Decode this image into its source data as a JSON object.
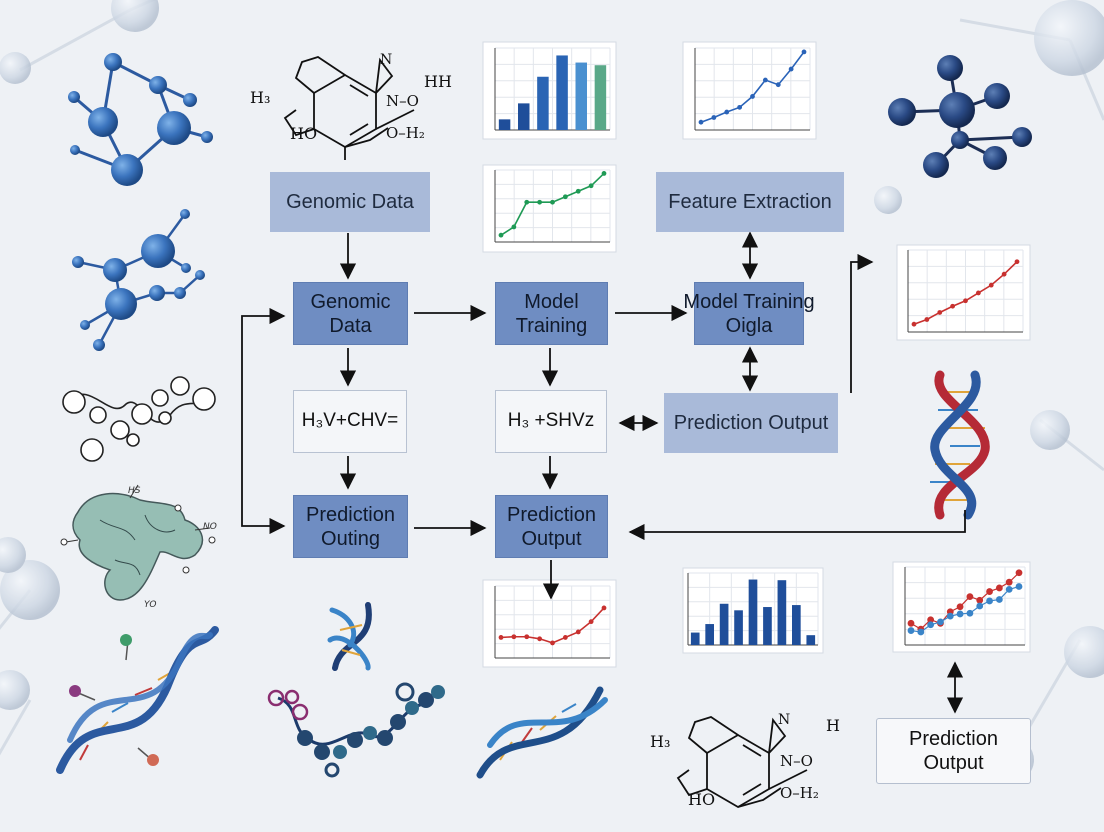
{
  "boxes": {
    "genomic_top": "Genomic Data",
    "feature_extraction": "Feature Extraction",
    "genomic_mid_1": "Genomic",
    "genomic_mid_2": "Data",
    "model_training_1": "Model",
    "model_training_2": "Training",
    "model_training_right_1": "Model Training",
    "model_training_right_2": "Oigla",
    "formula_left": "H₃V+CHV=",
    "formula_mid": "H₃ +SHVz",
    "prediction_output_right": "Prediction Output",
    "prediction_outing_1": "Prediction",
    "prediction_outing_2": "Outing",
    "prediction_output_mid_1": "Prediction",
    "prediction_output_mid_2": "Output",
    "prediction_output_br_1": "Prediction",
    "prediction_output_br_2": "Output"
  },
  "molecule_labels": {
    "top_h3": "H₃",
    "top_hh": "HH",
    "top_ho": "HO",
    "top_n": "N",
    "top_no": "N–O",
    "top_oh2": "O–H₂",
    "bot_h3": "H₃",
    "bot_hh": "H",
    "bot_ho": "HO",
    "bot_n": "N",
    "bot_no": "N–O",
    "bot_oh2": "O–H₂",
    "protein_hs": "HS",
    "protein_no": "NO",
    "protein_yo": "YO"
  },
  "colors": {
    "node_light": "#a9bad9",
    "node_dark": "#6f8dc2",
    "bar_dark": "#1f4e9a",
    "bar_light": "#4a90d0",
    "bar_green": "#5aa888",
    "line_blue": "#2a63b8",
    "line_green": "#1f9a55",
    "line_red": "#c8312f",
    "dna_red": "#b52a36",
    "dna_blue": "#2c5aa0"
  },
  "chart_data": [
    {
      "type": "bar",
      "position": "top-center",
      "values": [
        1.2,
        3,
        6,
        8.4,
        7.6,
        7.3
      ],
      "grid": true
    },
    {
      "type": "line",
      "position": "top-center-right",
      "x": [
        1,
        2,
        3,
        4,
        5,
        6,
        7,
        8,
        9
      ],
      "y": [
        1,
        1.6,
        2.3,
        2.9,
        4.3,
        6.4,
        5.8,
        7.8,
        10
      ],
      "grid": true
    },
    {
      "type": "line",
      "position": "center-left-upper",
      "x": [
        1,
        2,
        3,
        4,
        5,
        6,
        7,
        8,
        9
      ],
      "y": [
        1,
        2.2,
        5.8,
        5.8,
        5.8,
        6.6,
        7.4,
        8.2,
        10
      ],
      "grid": true
    },
    {
      "type": "line",
      "position": "right-middle",
      "x": [
        1,
        2,
        3,
        4,
        5,
        6,
        7,
        8,
        9
      ],
      "y": [
        1,
        1.6,
        2.5,
        3.3,
        4,
        5,
        6,
        7.4,
        9
      ],
      "grid": true
    },
    {
      "type": "line",
      "position": "bottom-center-left",
      "x": [
        1,
        2,
        3,
        4,
        5,
        6,
        7,
        8,
        9
      ],
      "y": [
        3,
        3.1,
        3.1,
        2.8,
        2.2,
        3,
        3.8,
        5.3,
        7.3
      ],
      "grid": true
    },
    {
      "type": "bar",
      "position": "bottom-center",
      "values": [
        1.9,
        3.2,
        6.3,
        5.3,
        10,
        5.8,
        9.9,
        6.1,
        1.5
      ],
      "grid": true
    },
    {
      "type": "scatter",
      "position": "bottom-right",
      "series": [
        {
          "x": [
            1,
            2,
            3,
            4,
            5,
            6,
            7,
            8,
            9,
            10,
            11,
            12
          ],
          "y": [
            3,
            2.2,
            3.5,
            3,
            4.6,
            5.3,
            6.7,
            6.2,
            7.4,
            7.9,
            8.7,
            10
          ]
        },
        {
          "x": [
            1,
            2,
            3,
            4,
            5,
            6,
            7,
            8,
            9,
            10,
            11,
            12
          ],
          "y": [
            2,
            1.8,
            2.8,
            3.2,
            4,
            4.3,
            4.4,
            5.4,
            6.1,
            6.3,
            7.7,
            8.1
          ]
        }
      ],
      "grid": true
    }
  ]
}
